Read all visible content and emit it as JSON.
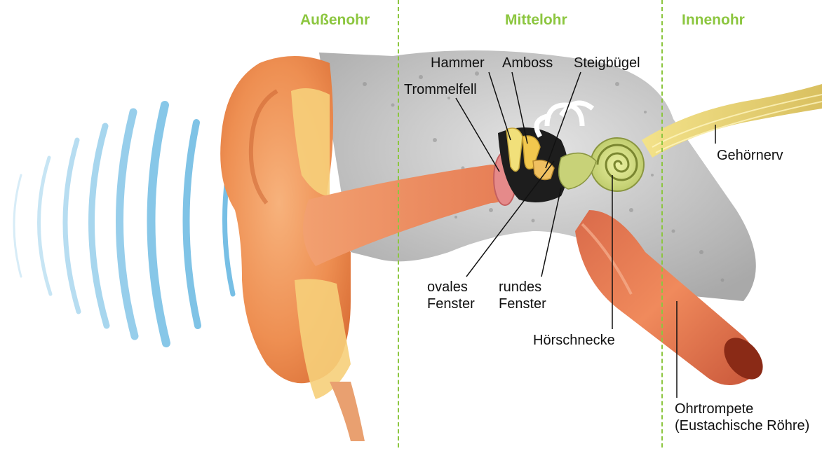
{
  "regions": {
    "outer": "Außenohr",
    "middle": "Mittelohr",
    "inner": "Innenohr"
  },
  "labels": {
    "hammer": "Hammer",
    "amboss": "Amboss",
    "steigbuegel": "Steigbügel",
    "trommelfell": "Trommelfell",
    "gehoernerv": "Gehörnerv",
    "ovales_line1": "ovales",
    "ovales_line2": "Fenster",
    "rundes_line1": "rundes",
    "rundes_line2": "Fenster",
    "hoerschnecke": "Hörschnecke",
    "ohrtrompete_line1": "Ohrtrompete",
    "ohrtrompete_line2": "(Eustachische Röhre)"
  },
  "colors": {
    "accent_green": "#8cc63f",
    "sound_wave_blue": "#5fb4e0",
    "skin": "#f09a5c",
    "bone": "#cfcfcf"
  }
}
